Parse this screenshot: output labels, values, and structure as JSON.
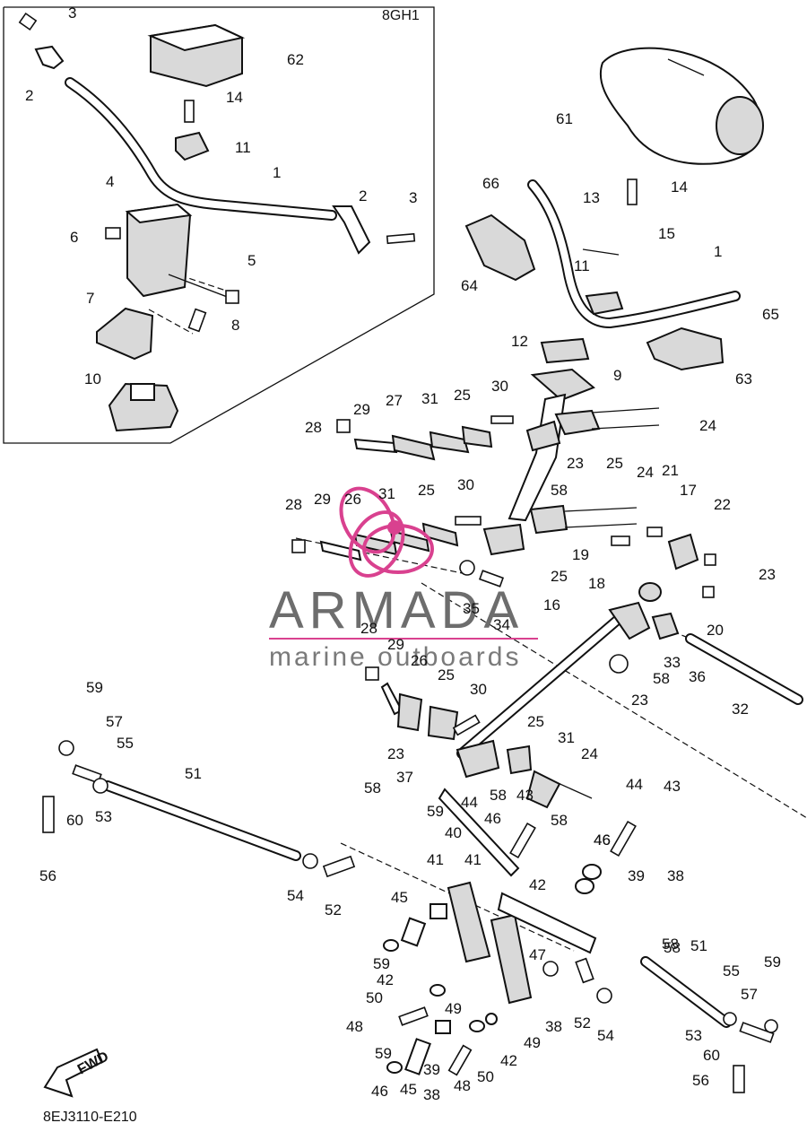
{
  "diagram": {
    "inset_label": "8GH1",
    "footer_code": "8EJ3110-E210",
    "fwd_label": "FWD",
    "watermark": {
      "brand": "ARMADA",
      "tagline": "marine outboards",
      "accent_color": "#d9418f",
      "text_color": "#6d6d6d"
    },
    "callouts": [
      "3",
      "2",
      "62",
      "14",
      "11",
      "1",
      "4",
      "6",
      "5",
      "7",
      "8",
      "10",
      "2",
      "3",
      "61",
      "14",
      "13",
      "15",
      "66",
      "64",
      "11",
      "1",
      "65",
      "12",
      "63",
      "9",
      "30",
      "27",
      "31",
      "25",
      "29",
      "28",
      "24",
      "25",
      "23",
      "58",
      "21",
      "24",
      "17",
      "22",
      "30",
      "31",
      "25",
      "26",
      "29",
      "28",
      "23",
      "19",
      "25",
      "18",
      "20",
      "35",
      "34",
      "16",
      "28",
      "29",
      "26",
      "25",
      "33",
      "36",
      "58",
      "23",
      "32",
      "30",
      "59",
      "57",
      "55",
      "51",
      "25",
      "31",
      "23",
      "24",
      "37",
      "58",
      "44",
      "60",
      "53",
      "43",
      "58",
      "59",
      "46",
      "44",
      "43",
      "56",
      "40",
      "46",
      "41",
      "41",
      "58",
      "39",
      "38",
      "54",
      "52",
      "45",
      "59",
      "42",
      "46",
      "47",
      "58",
      "51",
      "59",
      "58",
      "55",
      "42",
      "52",
      "54",
      "50",
      "49",
      "59",
      "48",
      "38",
      "57",
      "53",
      "39",
      "38",
      "49",
      "42",
      "50",
      "60",
      "48",
      "46",
      "45",
      "56"
    ]
  }
}
